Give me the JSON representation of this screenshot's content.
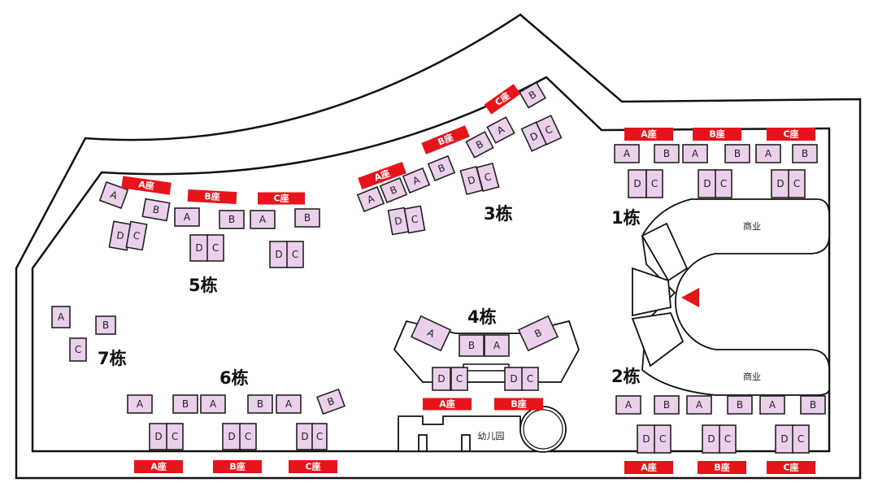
{
  "buildings": [
    {
      "name": "1栋",
      "units": [
        "A",
        "B",
        "A",
        "B",
        "A",
        "B",
        "D",
        "C",
        "D",
        "C",
        "D",
        "C"
      ],
      "tags": [
        "A座",
        "B座",
        "C座"
      ]
    },
    {
      "name": "2栋",
      "units": [
        "A",
        "B",
        "A",
        "B",
        "A",
        "B",
        "D",
        "C",
        "D",
        "C",
        "D",
        "C"
      ],
      "tags": [
        "A座",
        "B座",
        "C座"
      ]
    },
    {
      "name": "3栋",
      "units": [
        "A",
        "B",
        "A",
        "B",
        "B",
        "A",
        "B",
        "D",
        "C",
        "D",
        "C",
        "D",
        "C"
      ],
      "tags": [
        "A座",
        "B座",
        "C座"
      ]
    },
    {
      "name": "4栋",
      "units": [
        "A",
        "B",
        "A",
        "B",
        "D",
        "C",
        "D",
        "C"
      ],
      "tags": [
        "A座",
        "B座"
      ]
    },
    {
      "name": "5栋",
      "units": [
        "A",
        "B",
        "A",
        "B",
        "A",
        "B",
        "D",
        "C",
        "D",
        "C",
        "D",
        "C"
      ],
      "tags": [
        "A座",
        "B座",
        "C座"
      ]
    },
    {
      "name": "6栋",
      "units": [
        "A",
        "B",
        "A",
        "B",
        "A",
        "B",
        "D",
        "C",
        "D",
        "C",
        "D",
        "C"
      ],
      "tags": [
        "A座",
        "B座",
        "C座"
      ]
    },
    {
      "name": "7栋",
      "units": [
        "A",
        "B",
        "C"
      ],
      "tags": []
    }
  ],
  "facilities": {
    "commercial_top": "商业",
    "commercial_bottom": "商业",
    "kindergarten": "幼儿园"
  },
  "colors": {
    "unit_fill": "#ead0ea",
    "tag_red": "#e8141b",
    "marker_red": "#e8141b"
  }
}
